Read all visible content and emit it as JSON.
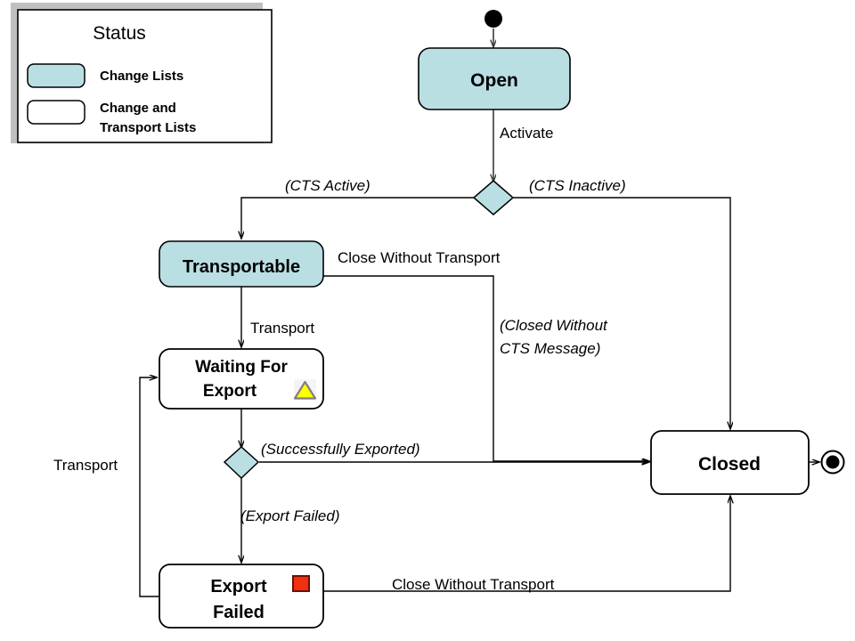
{
  "diagram": {
    "type": "uml-state-machine",
    "title": "Status",
    "background": "#ffffff",
    "colors": {
      "change_list_fill": "#b9dfe3",
      "transport_list_fill": "#ffffff",
      "node_stroke": "#000000",
      "flow_stroke": "#3b3b3b",
      "legend_shadow": "#c0c0c0",
      "warning_icon": "#ffff00",
      "error_icon": "#f03010"
    }
  },
  "legend": {
    "title": "Status",
    "items": [
      {
        "label": "Change Lists",
        "swatch_fill": "#b9dfe3"
      },
      {
        "label": "Change and\nTransport Lists",
        "line1": "Change and",
        "line2": "Transport Lists",
        "swatch_fill": "#ffffff"
      }
    ]
  },
  "nodes": {
    "initial": {
      "name": "initial-node",
      "kind": "initial"
    },
    "open": {
      "label": "Open",
      "kind": "state",
      "fill": "#b9dfe3"
    },
    "decision_cts": {
      "name": "decision-cts",
      "kind": "decision",
      "fill": "#b9dfe3"
    },
    "transportable": {
      "label": "Transportable",
      "kind": "state",
      "fill": "#b9dfe3"
    },
    "waiting_for_export": {
      "label_line1": "Waiting For",
      "label_line2": "Export",
      "kind": "state",
      "fill": "#ffffff",
      "icon": "warning-triangle-icon"
    },
    "decision_export": {
      "name": "decision-export",
      "kind": "decision",
      "fill": "#b9dfe3"
    },
    "export_failed": {
      "label_line1": "Export",
      "label_line2": "Failed",
      "kind": "state",
      "fill": "#ffffff",
      "icon": "error-square-icon"
    },
    "closed": {
      "label": "Closed",
      "kind": "state",
      "fill": "#ffffff"
    },
    "final": {
      "name": "final-node",
      "kind": "final"
    }
  },
  "transitions": [
    {
      "id": "t_init_open",
      "from": "initial",
      "to": "open",
      "label": ""
    },
    {
      "id": "t_open_decision",
      "from": "open",
      "to": "decision_cts",
      "label": "Activate",
      "italic": false
    },
    {
      "id": "t_cts_active",
      "from": "decision_cts",
      "to": "transportable",
      "label": "(CTS Active)",
      "italic": true
    },
    {
      "id": "t_cts_inactive",
      "from": "decision_cts",
      "to": "closed",
      "label": "(CTS Inactive)",
      "italic": true
    },
    {
      "id": "t_transportable_closed",
      "from": "transportable",
      "to": "closed",
      "label": "Close Without Transport",
      "italic": false,
      "label2_line1": "(Closed Without",
      "label2_line2": "CTS Message)"
    },
    {
      "id": "t_transport",
      "from": "transportable",
      "to": "waiting_for_export",
      "label": "Transport",
      "italic": false
    },
    {
      "id": "t_wait_decision",
      "from": "waiting_for_export",
      "to": "decision_export",
      "label": ""
    },
    {
      "id": "t_success",
      "from": "decision_export",
      "to": "closed",
      "label": "(Successfully Exported)",
      "italic": true
    },
    {
      "id": "t_failed",
      "from": "decision_export",
      "to": "export_failed",
      "label": "(Export Failed)",
      "italic": true
    },
    {
      "id": "t_retry",
      "from": "export_failed",
      "to": "waiting_for_export",
      "label": "Transport",
      "italic": false
    },
    {
      "id": "t_failed_closed",
      "from": "export_failed",
      "to": "closed",
      "label": "Close Without Transport",
      "italic": false
    },
    {
      "id": "t_closed_final",
      "from": "closed",
      "to": "final",
      "label": ""
    }
  ]
}
